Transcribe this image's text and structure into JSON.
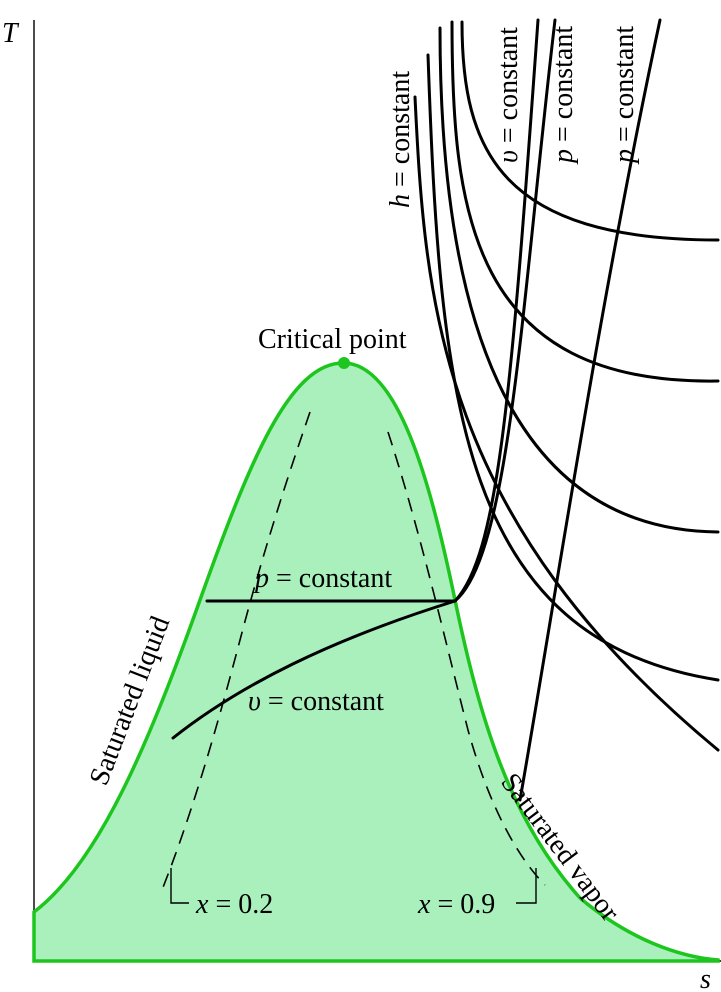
{
  "axes": {
    "x_label": "s",
    "y_label": "T"
  },
  "labels": {
    "critical_point": "Critical point",
    "saturated_liquid": "Saturated liquid",
    "saturated_vapor": "Saturated vapor",
    "p_constant_inside": "= constant",
    "v_constant_inside": "= constant",
    "h_constant": "= constant",
    "v_constant_top": "= constant",
    "p_constant_top_1": "= constant",
    "p_constant_top_2": "= constant",
    "x_low": "= 0.2",
    "x_high": "= 0.9"
  },
  "symbols": {
    "p": "p",
    "v": "υ",
    "h": "h",
    "x": "x"
  },
  "colors": {
    "dome_fill": "#a9f0bd",
    "dome_stroke": "#1ec51e",
    "critical_point": "#1ec51e",
    "lines": "#000000"
  }
}
